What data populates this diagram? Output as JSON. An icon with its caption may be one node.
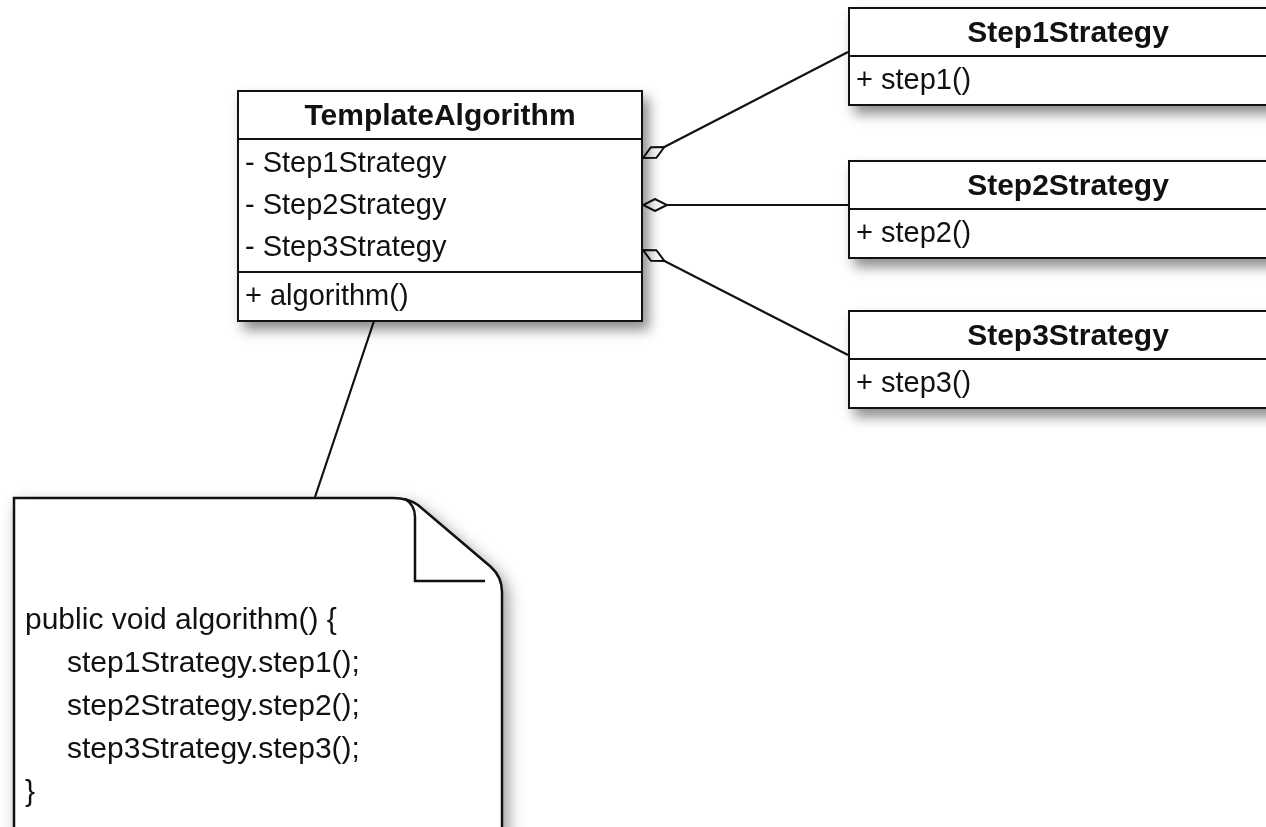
{
  "diagram": {
    "nodes": [
      {
        "text": [
          "TemplateAlgorithm",
          "- Step1Strategy",
          "- Step2Strategy",
          "- Step3Strategy",
          "+ algorithm()"
        ]
      },
      {
        "text": [
          "Step1Strategy",
          "+ step1()"
        ]
      },
      {
        "text": [
          "Step2Strategy",
          "+ step2()"
        ]
      },
      {
        "text": [
          "Step3Strategy",
          "+ step3()"
        ]
      },
      {
        "text": [
          "public void algorithm() {",
          "step1Strategy.step1();",
          "step2Strategy.step2();",
          "step3Strategy.step3();",
          "}"
        ]
      }
    ],
    "edges": [
      {
        "from": 0,
        "to": 1,
        "arrow": "other"
      },
      {
        "from": 0,
        "to": 2,
        "arrow": "other"
      },
      {
        "from": 0,
        "to": 3,
        "arrow": "other"
      },
      {
        "from": 0,
        "to": 4,
        "arrow": "none"
      }
    ]
  }
}
